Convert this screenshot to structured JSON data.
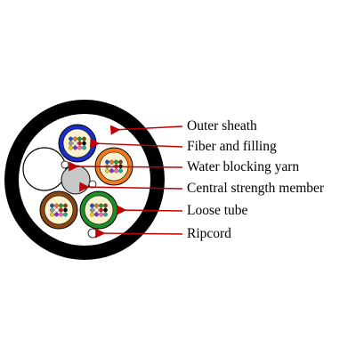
{
  "labels": [
    {
      "key": "outer_sheath",
      "text": "Outer sheath"
    },
    {
      "key": "fiber_and_filling",
      "text": "Fiber and filling"
    },
    {
      "key": "water_blocking_yarn",
      "text": "Water blocking yarn"
    },
    {
      "key": "central_strength_member",
      "text": "Central strength member"
    },
    {
      "key": "loose_tube",
      "text": "Loose tube"
    },
    {
      "key": "ripcord",
      "text": "Ripcord"
    }
  ],
  "colors": {
    "sheath": "#000000",
    "filler": "#ffffff",
    "central_member": "#c8c8c8",
    "tube_blue": "#1a2fc8",
    "tube_orange": "#f07a1e",
    "tube_brown": "#8b4513",
    "tube_green": "#1e8c28",
    "tube_inner_fill": "#fbf3cf",
    "arrow": "#c00000",
    "fiber_colors": [
      "#1f4fd1",
      "#f07a1e",
      "#1e9c2c",
      "#7a4a1e",
      "#9a9a9a",
      "#ffffff",
      "#d11f1f",
      "#000000",
      "#f2d21e",
      "#8a2be2",
      "#ff69b4",
      "#20b2aa"
    ]
  }
}
